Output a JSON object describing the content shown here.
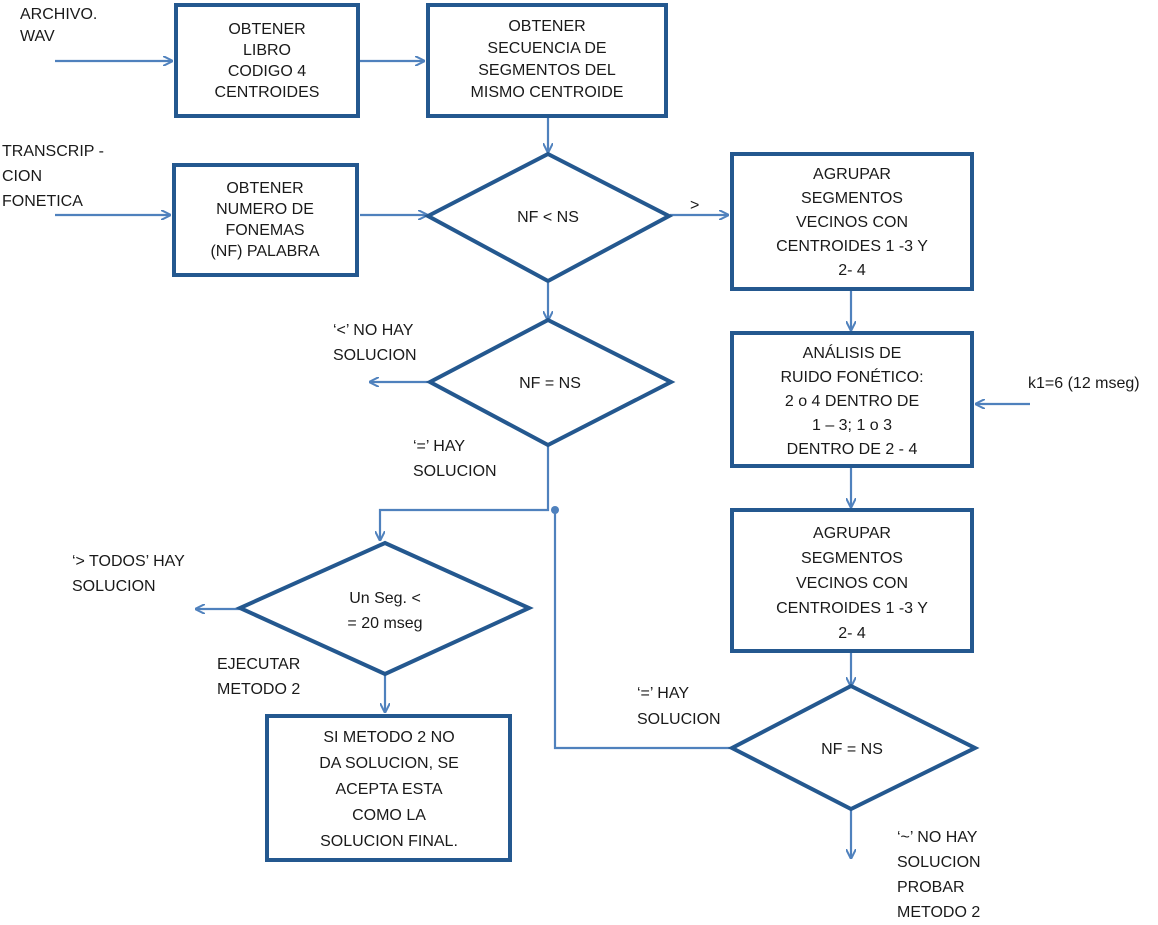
{
  "nodes": {
    "libro": [
      "OBTENER",
      "LIBRO",
      "CODIGO  4",
      "CENTROIDES"
    ],
    "secuencia": [
      "OBTENER",
      "SECUENCIA DE",
      "SEGMENTOS DEL",
      "MISMO CENTROIDE"
    ],
    "numero": [
      "OBTENER",
      "NUMERO DE",
      "FONEMAS",
      "(NF) PALABRA"
    ],
    "dec1": [
      "NF < NS"
    ],
    "agrupar1": [
      "AGRUPAR",
      "SEGMENTOS",
      "VECINOS CON",
      "CENTROIDES 1 -3 Y",
      "2- 4"
    ],
    "dec2": [
      "NF = NS"
    ],
    "analisis": [
      "ANÁLISIS DE",
      "RUIDO FONÉTICO:",
      "2 o 4 DENTRO DE",
      "1 – 3; 1 o 3",
      "DENTRO DE 2  - 4"
    ],
    "agrupar2": [
      "AGRUPAR",
      "SEGMENTOS",
      "VECINOS CON",
      "CENTROIDES 1 -3 Y",
      "2- 4"
    ],
    "dec3": [
      "Un Seg. <",
      "= 20 mseg"
    ],
    "metodo": [
      "SI METODO 2 NO",
      "DA SOLUCION, SE",
      "ACEPTA ESTA",
      "COMO LA",
      "SOLUCION FINAL."
    ],
    "dec4": [
      "NF = NS"
    ]
  },
  "labels": {
    "archivo": [
      "ARCHIVO.",
      "WAV"
    ],
    "transcripcion": [
      "TRANSCRIP -",
      "CION",
      "FONETICA"
    ],
    "gt": [
      ">"
    ],
    "lt_no": [
      "‘<’ NO HAY",
      "SOLUCION"
    ],
    "eq_hay": [
      "‘=’ HAY",
      "SOLUCION"
    ],
    "todos": [
      "‘> TODOS’ HAY",
      "SOLUCION"
    ],
    "ejecutar": [
      "EJECUTAR",
      "METODO 2"
    ],
    "eq_hay2": [
      "‘=’ HAY",
      "SOLUCION"
    ],
    "no_hay": [
      "‘~’ NO HAY",
      "SOLUCION",
      "PROBAR",
      "METODO 2"
    ],
    "k1": [
      "k1=6 (12 mseg)"
    ]
  }
}
